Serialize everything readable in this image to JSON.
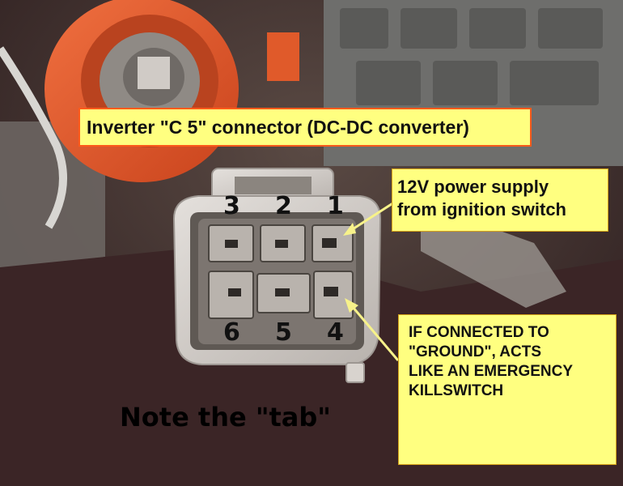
{
  "title_label": "Inverter \"C 5\" connector (DC-DC converter)",
  "power_label": {
    "line1": "12V power supply",
    "line2": "from ignition switch"
  },
  "killswitch_label": {
    "line1": "IF CONNECTED TO",
    "line2": "\"GROUND\", ACTS",
    "line3": "LIKE AN EMERGENCY",
    "line4": "KILLSWITCH"
  },
  "pins": {
    "top": [
      "3",
      "2",
      "1"
    ],
    "bottom": [
      "6",
      "5",
      "4"
    ]
  },
  "note_text": "Note the \"tab\"",
  "colors": {
    "callout_fill": "#ffff80",
    "title_border": "#ff5a1a",
    "connector_orange": "#e8552a",
    "connector_body": "#cfcac6",
    "arrow": "#f7f28a"
  }
}
